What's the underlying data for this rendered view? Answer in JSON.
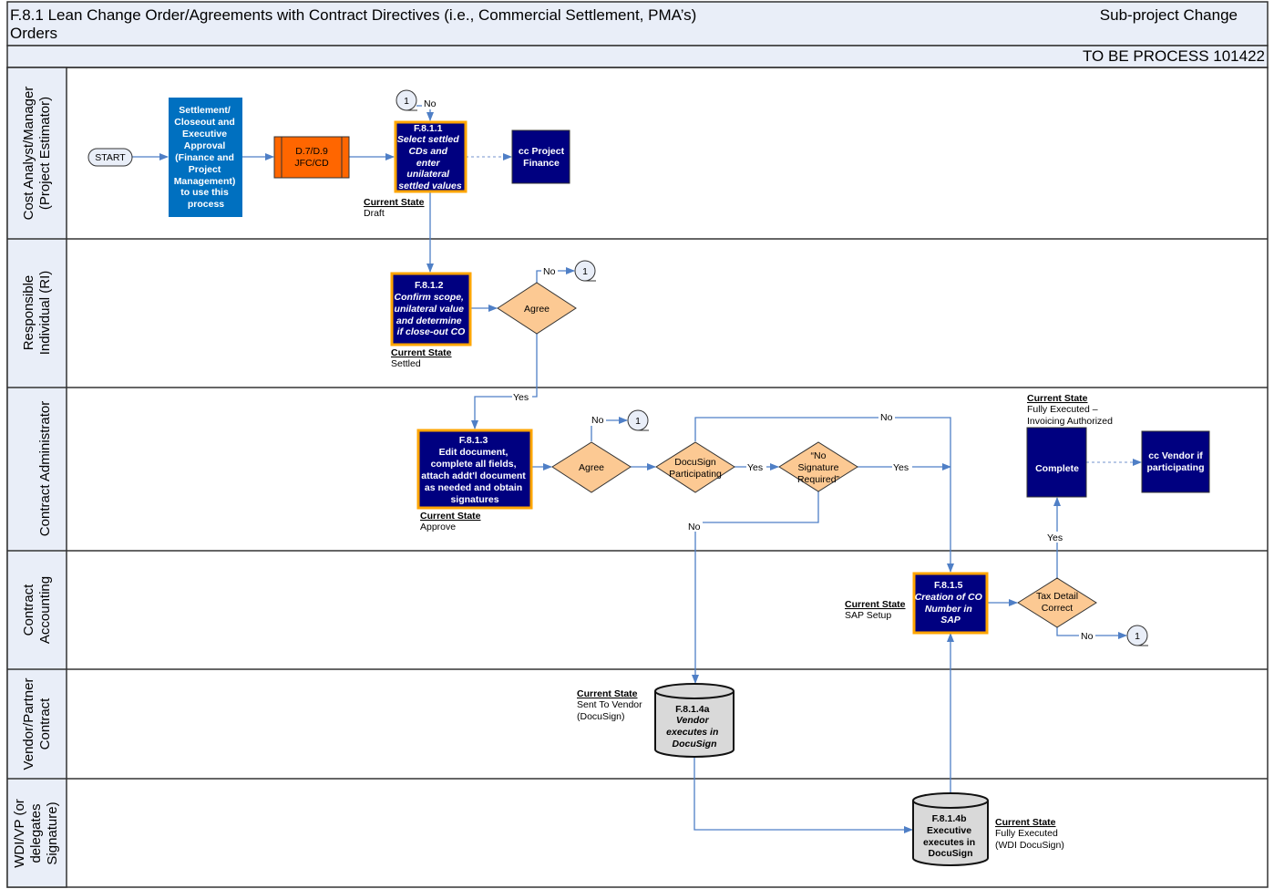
{
  "header": {
    "title_line1": "F.8.1 Lean Change Order/Agreements with Contract Directives  (i.e., Commercial Settlement, PMA’s)",
    "title_line2": "Orders",
    "subtitle": "Sub-project Change",
    "process_label": "TO BE PROCESS 101422"
  },
  "colors": {
    "header_bg": "#e9eef8",
    "process_box": "#000080",
    "process_border": "#ffa500",
    "start_box": "#0070c0",
    "predefined_process": "#ff6600",
    "decision": "#fcc993",
    "datastore": "#d9d9d9",
    "connector_line": "#4f7fc6"
  },
  "lanes": [
    {
      "lines": [
        "Cost Analyst/Manager",
        "(Project Estimator)"
      ]
    },
    {
      "lines": [
        "Responsible",
        "Individual (RI)"
      ]
    },
    {
      "lines": [
        "Contract Administrator"
      ]
    },
    {
      "lines": [
        "Contract",
        "Accounting"
      ]
    },
    {
      "lines": [
        "Vendor/Partner",
        "Contract"
      ]
    },
    {
      "lines": [
        "WDI/VP (or",
        "delegates",
        "Signature)"
      ]
    }
  ],
  "nodes": {
    "start": {
      "label": "START"
    },
    "settlement": {
      "lines": [
        "Settlement/",
        "Closeout and",
        "Executive",
        "Approval",
        "(Finance and",
        "Project",
        "Management)",
        "to use this",
        "process"
      ]
    },
    "d79": {
      "lines": [
        "D.7/D.9",
        "JFC/CD"
      ]
    },
    "f811": {
      "id": "F.8.1.1",
      "lines": [
        "Select settled",
        "CDs and",
        "enter",
        "unilateral",
        "settled values"
      ]
    },
    "cc_finance": {
      "lines": [
        "cc Project",
        "Finance"
      ]
    },
    "f812": {
      "id": "F.8.1.2",
      "lines": [
        "Confirm scope,",
        "unilateral value",
        "and determine",
        "if close-out CO"
      ]
    },
    "agree1": {
      "label": "Agree"
    },
    "f813": {
      "id": "F.8.1.3",
      "lines": [
        "Edit document,",
        "complete all fields,",
        "attach addt'l document",
        "as needed and obtain",
        "signatures"
      ]
    },
    "agree2": {
      "label": "Agree"
    },
    "docusign": {
      "lines": [
        "DocuSign",
        "Participating"
      ]
    },
    "nosig": {
      "lines": [
        "“No",
        "Signature",
        "Required”"
      ]
    },
    "complete": {
      "label": "Complete"
    },
    "cc_vendor": {
      "lines": [
        "cc Vendor if",
        "participating"
      ]
    },
    "f815": {
      "id": "F.8.1.5",
      "lines": [
        "Creation of CO",
        "Number in",
        "SAP"
      ]
    },
    "tax": {
      "lines": [
        "Tax Detail",
        "Correct"
      ]
    },
    "f814a": {
      "id": "F.8.1.4a",
      "lines": [
        "Vendor",
        "executes in",
        "DocuSign"
      ]
    },
    "f814b": {
      "id": "F.8.1.4b",
      "lines": [
        "Executive",
        "executes  in",
        "DocuSign"
      ]
    }
  },
  "connectors": {
    "label": "1"
  },
  "current_states": {
    "heading": "Current State",
    "draft": [
      "Draft"
    ],
    "settled": [
      "Settled"
    ],
    "approve": [
      "Approve"
    ],
    "complete": [
      "Fully Executed –",
      "Invoicing Authorized"
    ],
    "sap": [
      "SAP Setup"
    ],
    "vendor": [
      "Sent To Vendor",
      "(DocuSign)"
    ],
    "exec": [
      "Fully Executed",
      "(WDI DocuSign)"
    ]
  },
  "edge_labels": {
    "yes": "Yes",
    "no": "No"
  }
}
